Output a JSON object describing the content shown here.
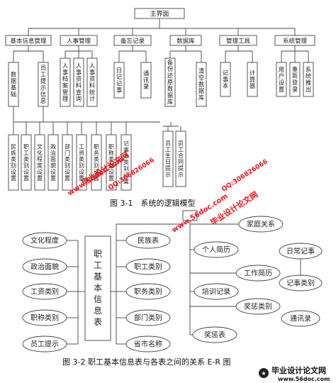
{
  "fig1": {
    "root": "主界面",
    "modules": [
      {
        "label": "基本信息管理",
        "children": [
          "数据基础",
          "员工提示信息"
        ]
      },
      {
        "label": "人事管理",
        "children": [
          "人事档案管理",
          "人事资料查询",
          "人事资料统计"
        ]
      },
      {
        "label": "备忘记录",
        "children": [
          "日记记事",
          "通讯录"
        ]
      },
      {
        "label": "数据库",
        "children": [
          "备份还原数据库",
          "清空数据库"
        ]
      },
      {
        "label": "管理工具",
        "children": [
          "记事本",
          "计算器"
        ]
      },
      {
        "label": "系统管理",
        "children": [
          "用户设置",
          "重新登录",
          "系统推出"
        ]
      }
    ],
    "leaves": [
      "民族类别设置",
      "职工类别设置",
      "文化程度设置",
      "政治面貌设置",
      "部门类别设置",
      "工资类别设置",
      "职务类别设置",
      "职称类别设置",
      "记事本类别设置",
      "员工生日提示",
      "员工合同提示"
    ],
    "caption": "图 3-1　系统的逻辑模型"
  },
  "fig2": {
    "center": "职工基本信息表",
    "left": [
      "文化程度",
      "政治面貌",
      "工资类别",
      "职称类别",
      "员工提示"
    ],
    "middle": [
      "民族表",
      "职工类别",
      "职务类别",
      "部门类别",
      "省市名称"
    ],
    "right_top": "...",
    "right": [
      "家庭关系",
      "个人简历",
      "工作简历",
      "培训记录",
      "奖惩类别",
      "奖惩表"
    ],
    "far_right": [
      "日常记事",
      "记事类别",
      "通讯录"
    ],
    "caption": "图 3-2  职工基本信息表与各表之间的关系 E-R 图"
  },
  "watermarks": {
    "brand": "毕业设计论文网",
    "url": "www.56doc.com",
    "qq": "QQ:306826066"
  },
  "colors": {
    "watermark_red": "#e8141a",
    "line": "#444444"
  }
}
